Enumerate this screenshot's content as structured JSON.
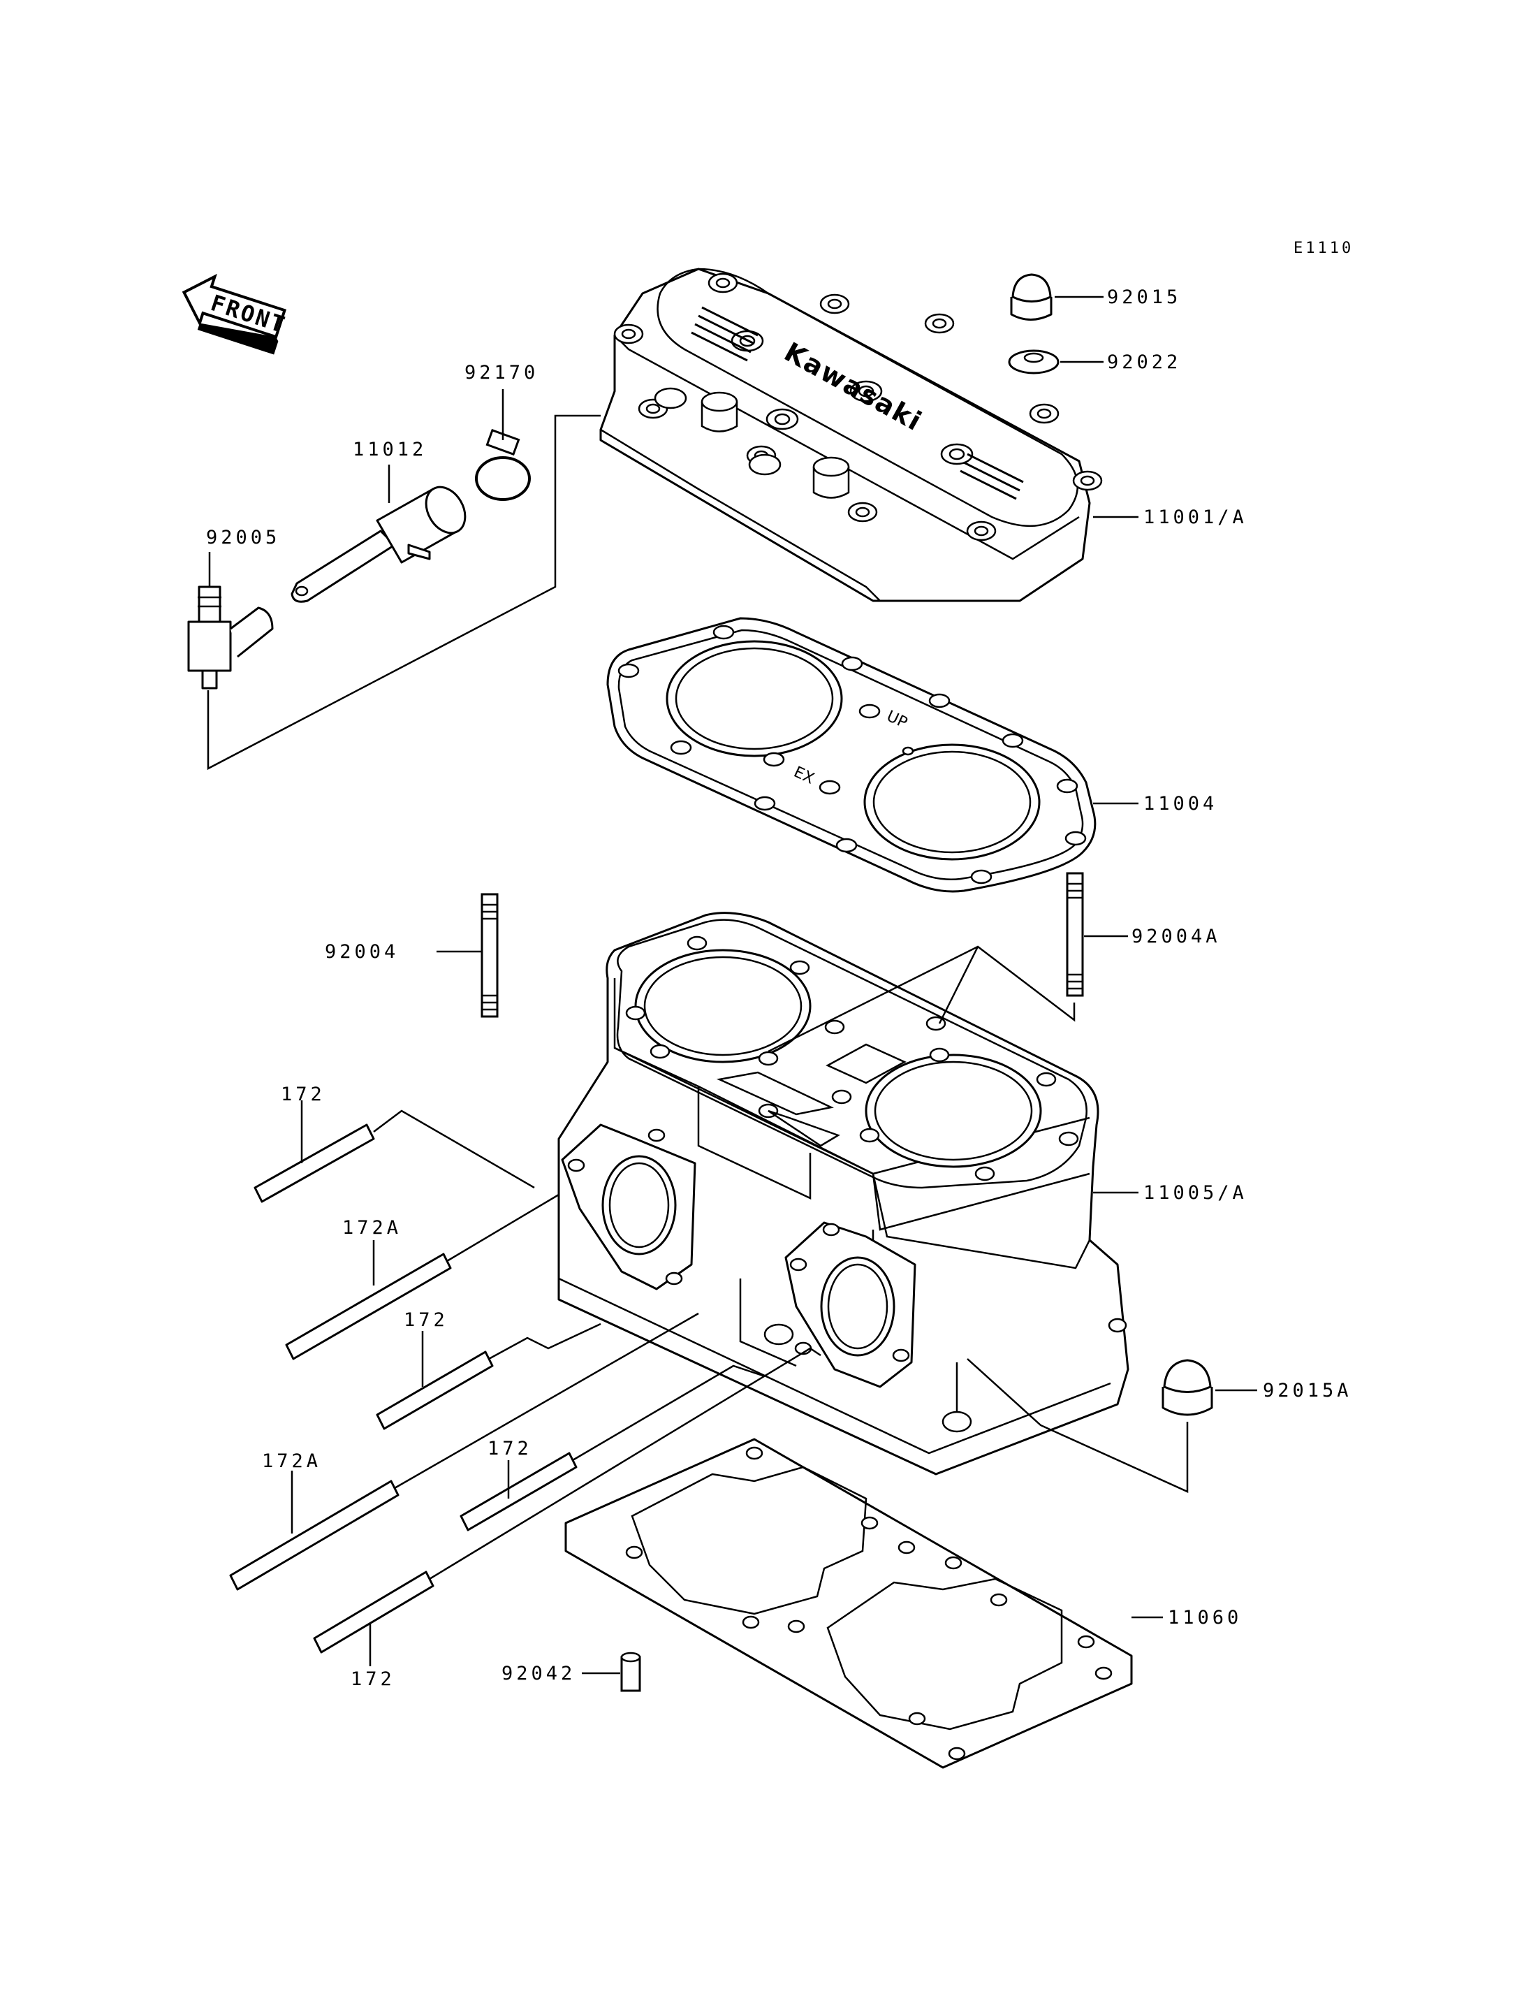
{
  "figure_code": "E1110",
  "front_label": "FRONT",
  "engine_brand": "Kawasaki",
  "gasket_marks": {
    "up": "UP",
    "ex": "EX"
  },
  "labels": {
    "p92015": "92015",
    "p92022": "92022",
    "p92170": "92170",
    "p11012": "11012",
    "p92005": "92005",
    "p11001": "11001/A",
    "p11004": "11004",
    "p92004": "92004",
    "p92004A": "92004A",
    "p172_a": "172",
    "p172A_a": "172A",
    "p172_b": "172",
    "p11005": "11005/A",
    "p92015A": "92015A",
    "p172_c": "172",
    "p172A_b": "172A",
    "p172_d": "172",
    "p11060": "11060",
    "p92042": "92042"
  }
}
